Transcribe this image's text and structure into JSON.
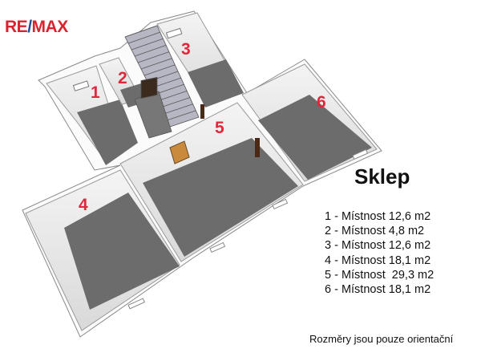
{
  "brand": {
    "left": "RE",
    "slash": "/",
    "right": "MAX",
    "color_red": "#d9232e",
    "color_blue": "#1d4f9c"
  },
  "floor_plan": {
    "title": "Sklep",
    "room_labels": [
      "1",
      "2",
      "3",
      "4",
      "5",
      "6"
    ],
    "legend": [
      "1 - Místnost 12,6 m2",
      "2 - Místnost 4,8 m2",
      "3 - Místnost 12,6 m2",
      "4 - Místnost 18,1 m2",
      "5 - Místnost  29,3 m2",
      "6 - Místnost 18,1 m2"
    ],
    "note": "Rozměry jsou pouze orientační",
    "colors": {
      "floor": "#6e6e6e",
      "wall_top": "#ffffff",
      "wall_inner": "#e6e6e6",
      "label": "#e0283c"
    }
  }
}
